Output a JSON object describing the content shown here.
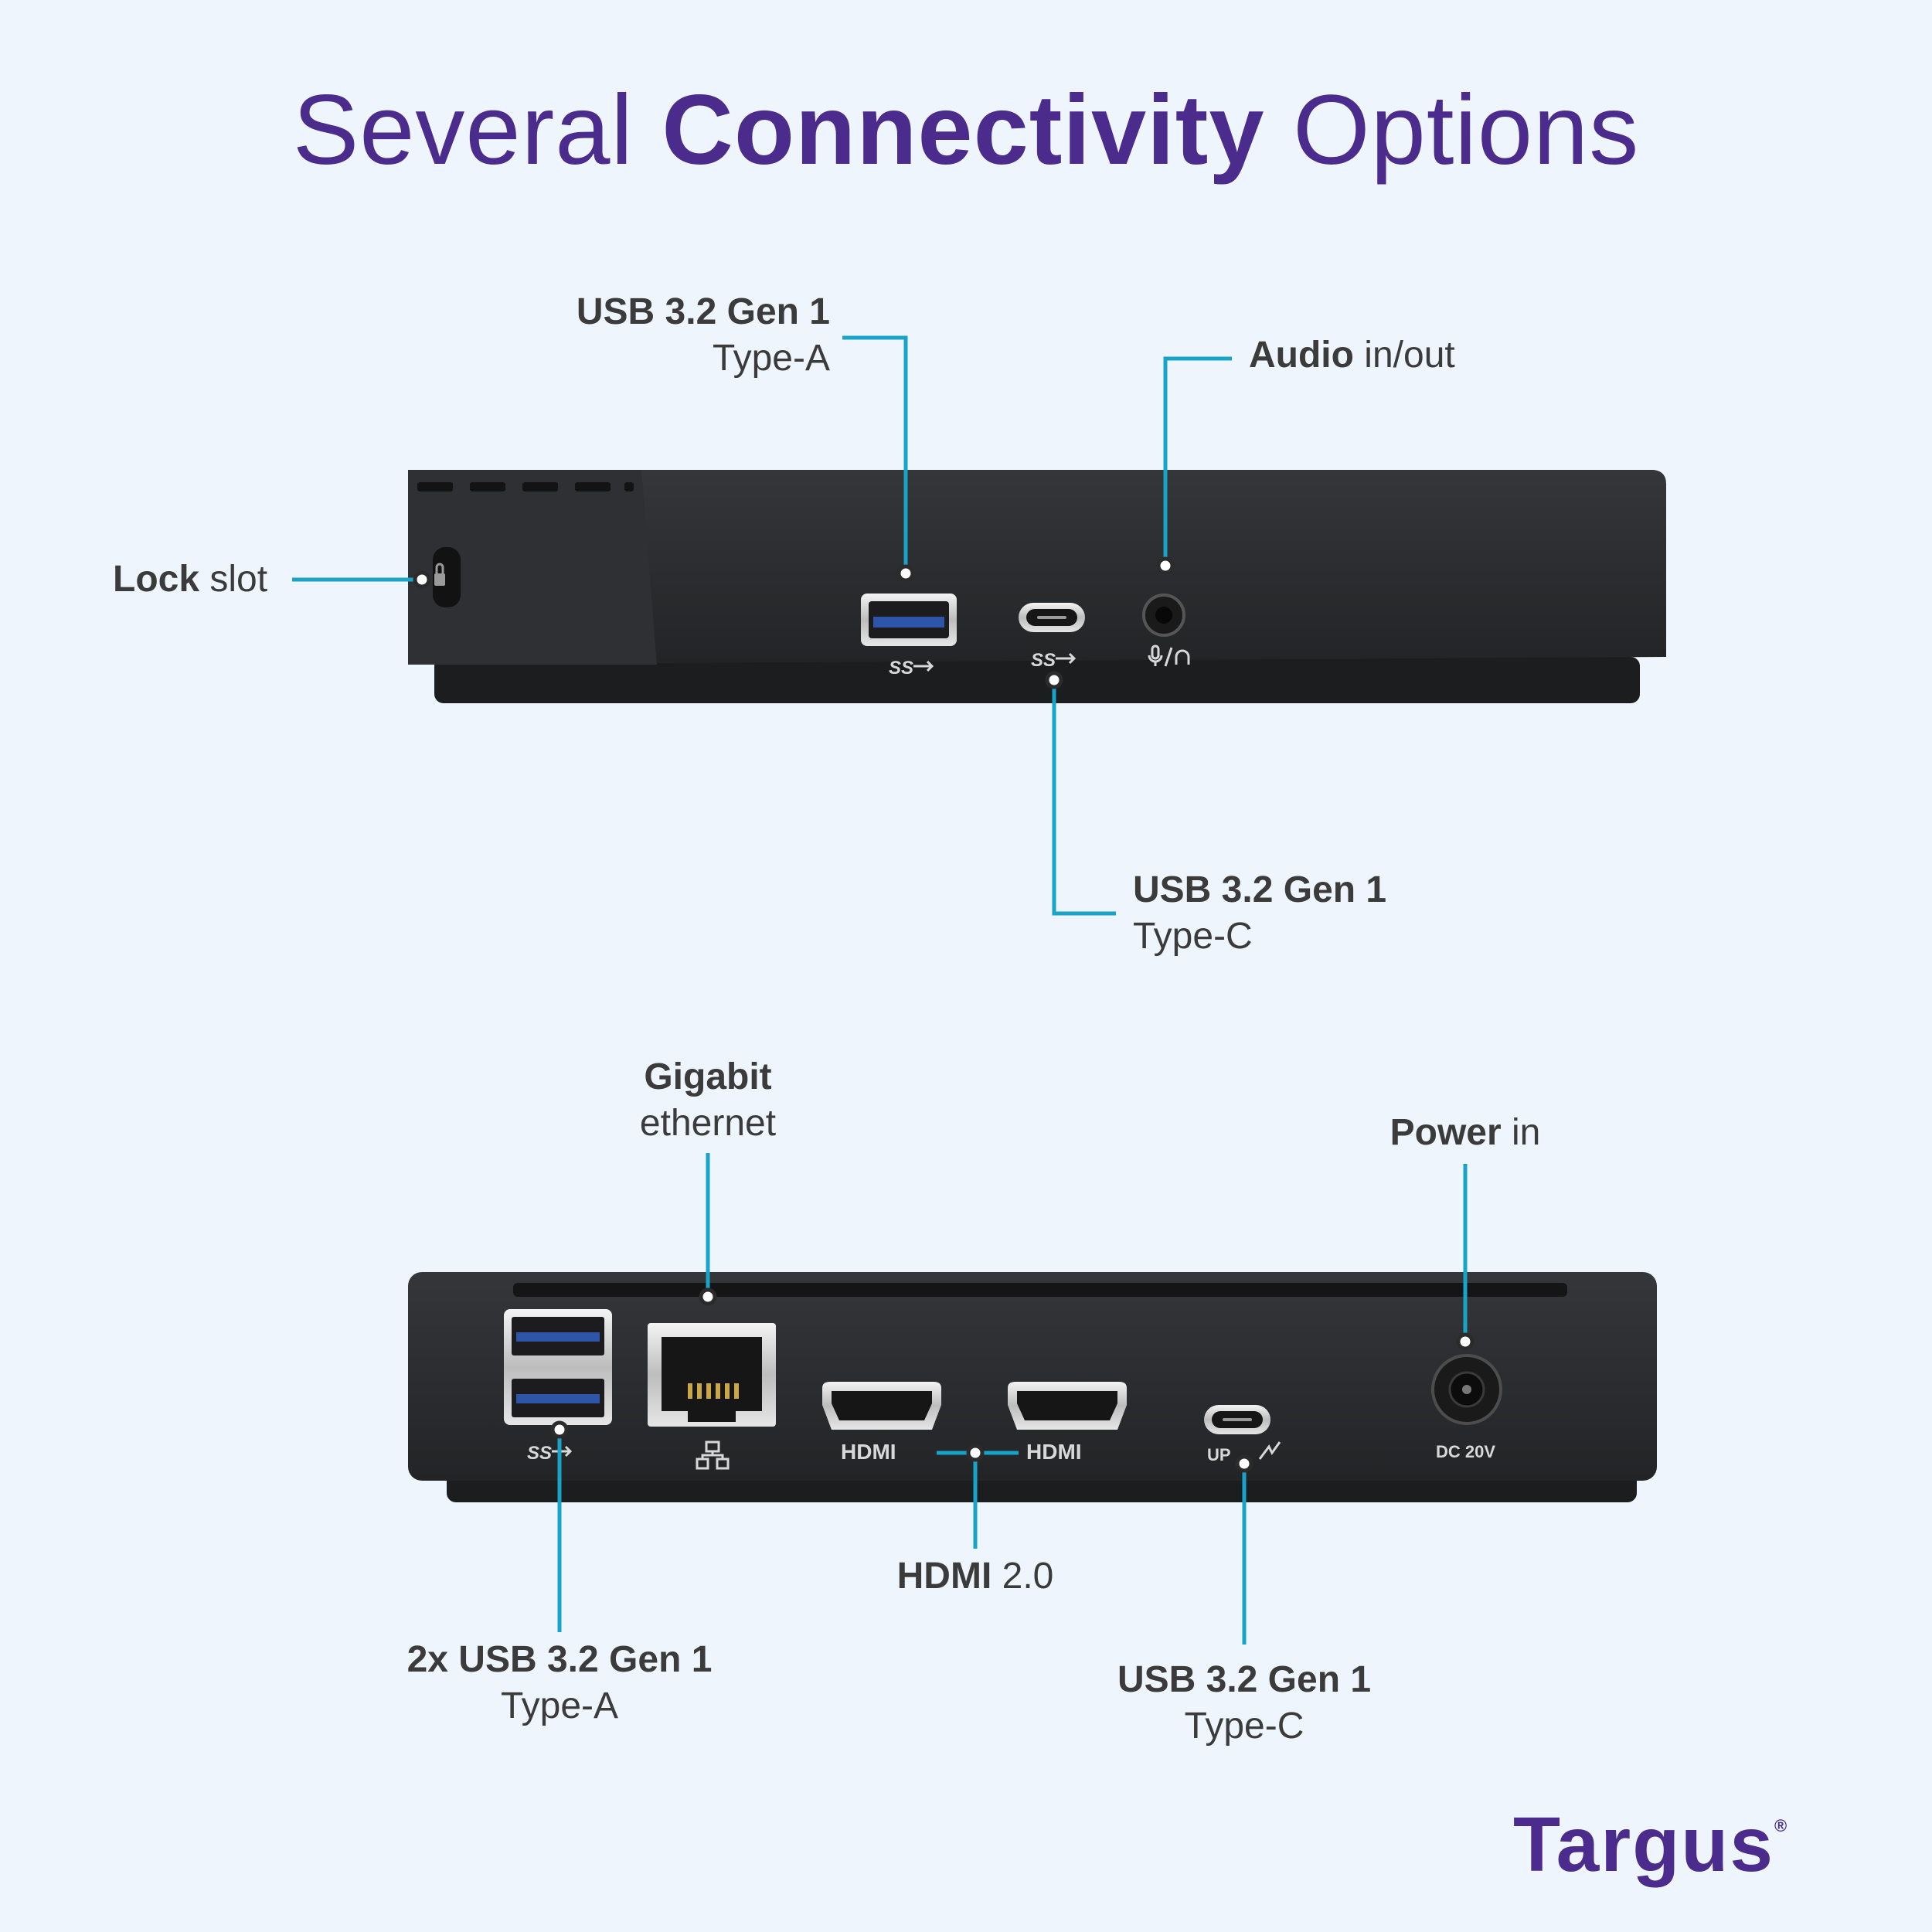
{
  "headline": {
    "light_before": "Several ",
    "bold": "Connectivity",
    "light_after": " Options"
  },
  "callouts": {
    "usb_a_top": {
      "bold": "USB 3.2 Gen 1",
      "regular": "Type-A"
    },
    "audio": {
      "bold": "Audio",
      "regular": " in/out"
    },
    "lock": {
      "bold": "Lock",
      "regular": " slot"
    },
    "usb_c_top": {
      "bold": "USB 3.2 Gen 1",
      "regular": "Type-C"
    },
    "ethernet": {
      "bold": "Gigabit",
      "regular": "ethernet"
    },
    "power": {
      "bold": "Power",
      "regular": " in"
    },
    "hdmi": {
      "bold": "HDMI",
      "regular": " 2.0"
    },
    "usb_a_rear": {
      "bold": "2x USB 3.2 Gen 1",
      "regular": "Type-A"
    },
    "usb_c_rear": {
      "bold": "USB 3.2 Gen 1",
      "regular": "Type-C"
    }
  },
  "device_markings": {
    "ss_top_a": "SS",
    "ss_top_c": "SS",
    "ss_rear": "SS",
    "hdmi_1": "HDMI",
    "hdmi_2": "HDMI",
    "up": "UP",
    "dc": "DC 20V"
  },
  "brand": {
    "name": "Targus",
    "mark": "®"
  },
  "colors": {
    "background": "#eef5fc",
    "headline": "#4b2b8c",
    "callout_line": "#1aa3c9",
    "device_body": "#2b2c2e",
    "brand": "#4b2b8c"
  },
  "icons": [
    "padlock-icon",
    "usb-superspeed-icon",
    "mic-headphone-icon",
    "network-icon",
    "power-arrow-icon"
  ]
}
